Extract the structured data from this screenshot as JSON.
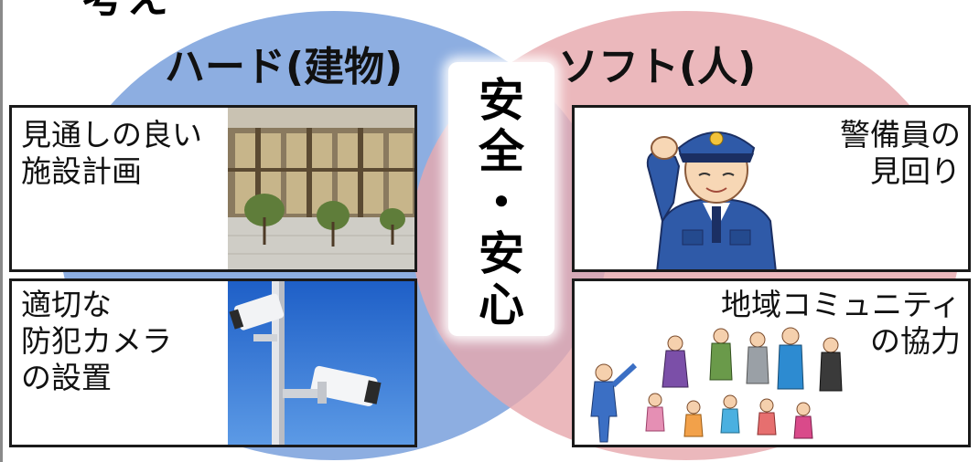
{
  "diagram": {
    "heading_partial": "考え",
    "hard": {
      "title": "ハード(建物)",
      "color": "#7da3dd",
      "items": [
        {
          "lines": [
            "見通しの良い",
            "施設計画"
          ],
          "image": "building-photo"
        },
        {
          "lines": [
            "適切な",
            "防犯カメラ",
            "の設置"
          ],
          "image": "security-camera-photo"
        }
      ]
    },
    "soft": {
      "title": "ソフト(人)",
      "color": "#e6a8ad",
      "items": [
        {
          "lines": [
            "警備員の",
            "見回り"
          ],
          "image": "security-guard-illustration"
        },
        {
          "lines": [
            "地域コミュニティ",
            "の協力"
          ],
          "image": "community-people-illustration"
        }
      ]
    },
    "center": {
      "lines": [
        "安",
        "全",
        "・",
        "安",
        "心"
      ]
    }
  }
}
